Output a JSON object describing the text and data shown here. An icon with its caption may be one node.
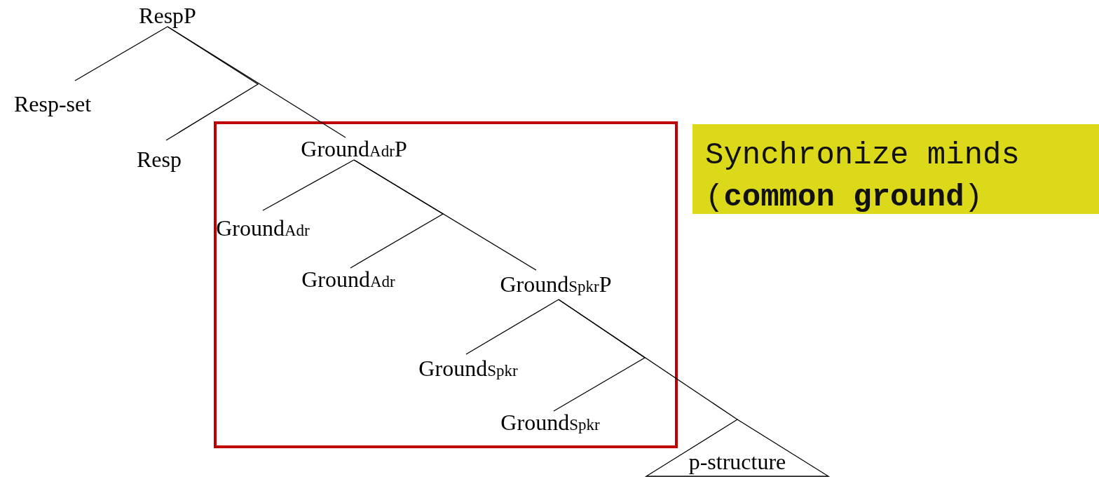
{
  "diagram": {
    "nodes": [
      {
        "text": [
          "RespP"
        ]
      },
      {
        "text": [
          "Resp-set"
        ]
      },
      {
        "text": [
          "Resp"
        ]
      },
      {
        "text": [
          "Ground$_{Adr}$P"
        ]
      },
      {
        "text": [
          "Ground$_{Adr}$"
        ]
      },
      {
        "text": [
          "Ground$_{Adr}$"
        ]
      },
      {
        "text": [
          "Ground$_{Spkr}$P"
        ]
      },
      {
        "text": [
          "Ground$_{Spkr}$"
        ]
      },
      {
        "text": [
          "Ground$_{Spkr}$"
        ]
      },
      {
        "text": [
          "p-structure"
        ]
      },
      {
        "text": [
          "Synchronize minds (**common ground**)"
        ]
      }
    ],
    "edges": [
      {
        "from": 0,
        "to": 1,
        "arrow": "none"
      },
      {
        "from": 0,
        "to": 2,
        "arrow": "none"
      },
      {
        "from": 0,
        "to": 3,
        "arrow": "none"
      },
      {
        "from": 3,
        "to": 4,
        "arrow": "none"
      },
      {
        "from": 3,
        "to": 5,
        "arrow": "none"
      },
      {
        "from": 3,
        "to": 6,
        "arrow": "none"
      },
      {
        "from": 6,
        "to": 7,
        "arrow": "none"
      },
      {
        "from": 6,
        "to": 8,
        "arrow": "none"
      },
      {
        "from": 6,
        "to": 9,
        "arrow": "none"
      }
    ]
  }
}
